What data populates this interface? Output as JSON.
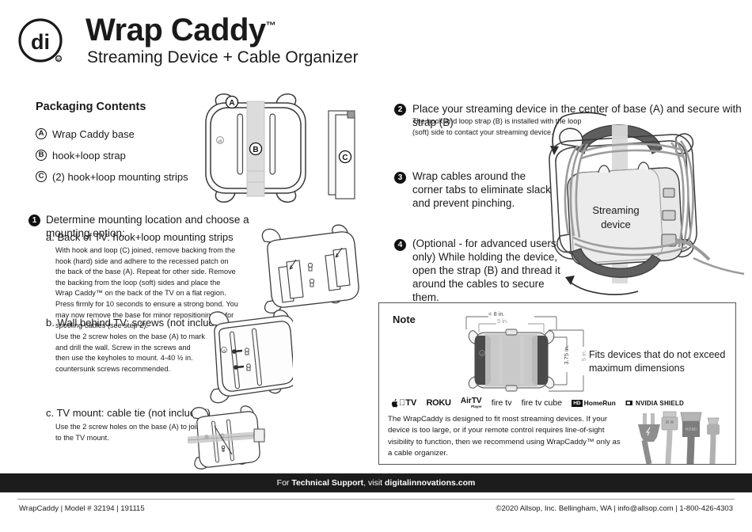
{
  "header": {
    "brand_mark": "di",
    "title": "Wrap Caddy",
    "tm": "™",
    "subtitle": "Streaming Device + Cable Organizer"
  },
  "packaging": {
    "heading": "Packaging Contents",
    "items": [
      {
        "key": "A",
        "label": "Wrap Caddy base"
      },
      {
        "key": "B",
        "label": "hook+loop strap"
      },
      {
        "key": "C",
        "label": "(2) hook+loop mounting strips"
      }
    ]
  },
  "steps": {
    "one": {
      "num": "1",
      "title": "Determine mounting location and choose a mounting option:",
      "options": [
        {
          "label": "a. Back of TV: hook+loop mounting strips",
          "body": "With hook and loop (C) joined, remove backing from the hook (hard) side and adhere to the recessed patch on the back of the base (A). Repeat for other side. Remove the backing from the loop (soft) sides and place the Wrap Caddy™ on the back of the TV on a flat region. Press firmly for 10 seconds to ensure a strong bond. You may now remove the base for minor repositioning or for spooling cables (see step 2)."
        },
        {
          "label": "b. Wall behind TV: screws (not included)",
          "body": "Use the 2 screw holes on the base (A) to mark and drill the wall. Screw in the screws and then use the keyholes to mount. 4-40 ½ in. countersunk screws recommended."
        },
        {
          "label": "c. TV mount: cable tie (not included)",
          "body": "Use the 2 screw holes on the base (A) to join to the TV mount."
        }
      ]
    },
    "two": {
      "num": "2",
      "title": "Place your streaming device in the center of base (A) and secure with strap (B)",
      "body": "The hook and loop strap (B) is installed with the loop (soft) side to contact your streaming device."
    },
    "three": {
      "num": "3",
      "title": "Wrap cables around the corner tabs to eliminate slack and prevent pinching."
    },
    "four": {
      "num": "4",
      "title": "(Optional - for advanced users only) While holding the device, open the strap (B) and thread it around the cables to secure them."
    }
  },
  "illustrations": {
    "device_label": "Streaming\ndevice",
    "device_label_line1": "Streaming",
    "device_label_line2": "device",
    "callout_a": "A",
    "callout_b": "B",
    "callout_c": "C"
  },
  "note": {
    "label": "Note",
    "dimensions": {
      "width_outer": "< 8 in.",
      "width_inner": "5 in.",
      "height_inner": "3.75 in.",
      "height_outer": "5 in."
    },
    "fits_text_line1": "Fits devices that do not exceed",
    "fits_text_line2": "maximum dimensions",
    "brands": [
      {
        "name": "apple-tv",
        "text": "TV"
      },
      {
        "name": "roku",
        "text": "ROKU"
      },
      {
        "name": "airtv-player",
        "text": "AirTV"
      },
      {
        "name": "airtv-sub",
        "text": "Player"
      },
      {
        "name": "fire-tv",
        "text": "fire tv"
      },
      {
        "name": "fire-tv-cube",
        "text": "fire tv cube"
      },
      {
        "name": "hd-homerun",
        "text": "HomeRun"
      },
      {
        "name": "hd-homerun-badge",
        "text": "HD"
      },
      {
        "name": "nvidia-shield",
        "text": "NVIDIA SHIELD"
      }
    ],
    "paragraph": "The WrapCaddy is designed to fit most streaming devices. If your device is too large, or if your remote control requires line-of-sight visibility to function, then we recommend using WrapCaddy™ only as a cable organizer."
  },
  "footer": {
    "support_prefix": "For ",
    "support_bold": "Technical Support",
    "support_mid": ", visit ",
    "support_site": "digitalinnovations.com",
    "left": "WrapCaddy | Model # 32194 | 191115",
    "right": "©2020 Allsop, Inc. Bellingham, WA | info@allsop.com | 1-800-426-4303"
  },
  "colors": {
    "bar_background": "#1c1c1c",
    "ink": "#1a1a1a",
    "line": "#3a3a3a",
    "fill_light": "#f2f2f2",
    "fill_mid": "#d8d8d8",
    "fill_dark": "#6e6e6e",
    "fill_darker": "#4a4a4a"
  }
}
